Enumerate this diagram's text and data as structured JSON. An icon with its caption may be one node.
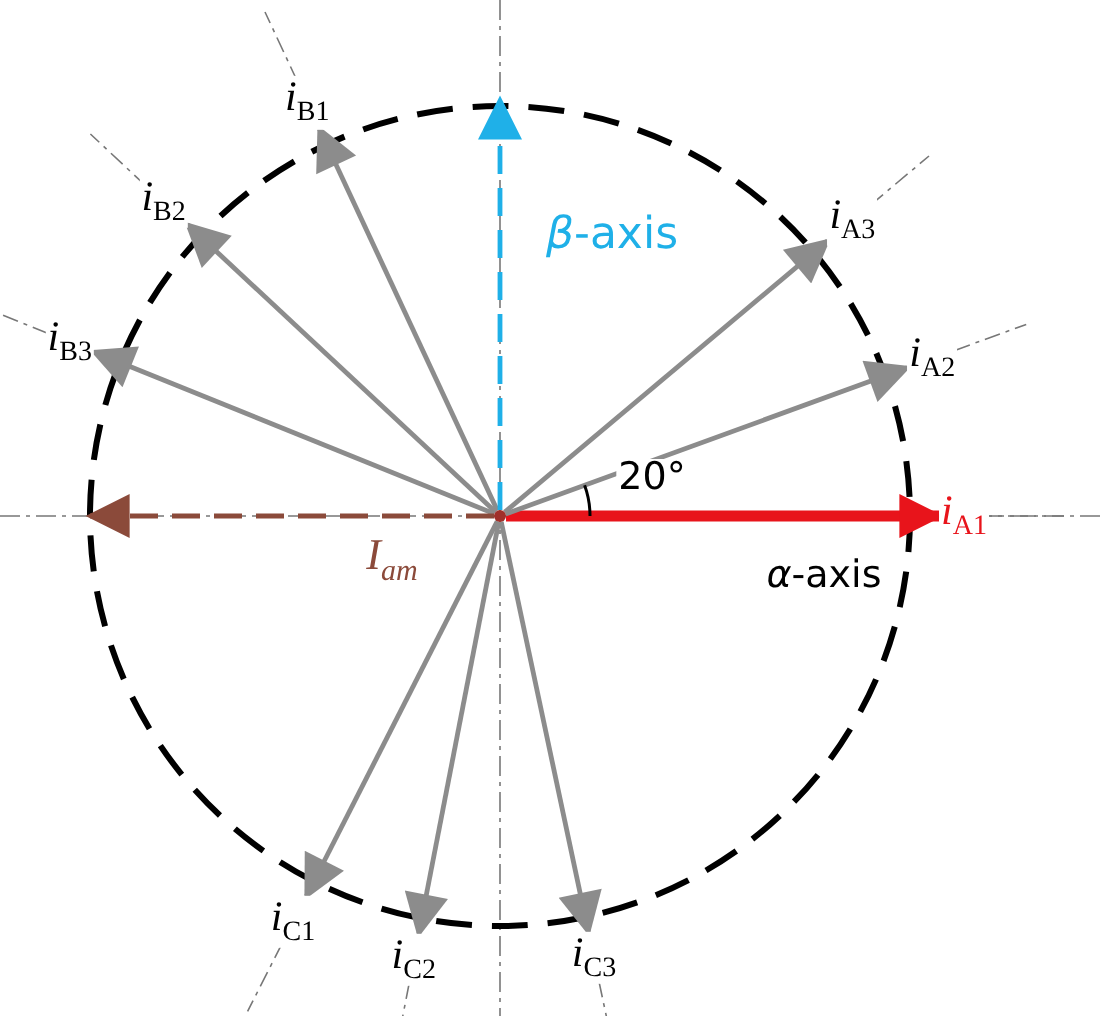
{
  "diagram": {
    "nodes": [
      {
        "text": [],
        "shape": "point"
      },
      {
        "text": [
          "*i*$_{A1}$"
        ]
      },
      {
        "text": [
          "*i*$_{A2}$"
        ]
      },
      {
        "text": [
          "*i*$_{A3}$"
        ]
      },
      {
        "text": [
          "*i*$_{B1}$"
        ]
      },
      {
        "text": [
          "*i*$_{B2}$"
        ]
      },
      {
        "text": [
          "*i*$_{B3}$"
        ]
      },
      {
        "text": [
          "*i*$_{C1}$"
        ]
      },
      {
        "text": [
          "*i*$_{C2}$"
        ]
      },
      {
        "text": [
          "*i*$_{C3}$"
        ]
      }
    ],
    "edges": [
      {
        "from": 0,
        "to": 1,
        "arrow": "to",
        "style": "thick",
        "color": "#e8141b"
      },
      {
        "from": 0,
        "to": 2,
        "arrow": "to"
      },
      {
        "from": 0,
        "to": 3,
        "arrow": "to"
      },
      {
        "from": 0,
        "to": 4,
        "arrow": "to"
      },
      {
        "from": 0,
        "to": 5,
        "arrow": "to"
      },
      {
        "from": 0,
        "to": 6,
        "arrow": "to"
      },
      {
        "from": 0,
        "to": 7,
        "arrow": "to"
      },
      {
        "from": 0,
        "to": 8,
        "arrow": "to"
      },
      {
        "from": 0,
        "to": 9,
        "arrow": "to"
      },
      {
        "from": 0,
        "to": null,
        "arrow": "to",
        "label": "*I*$_{am}$",
        "style": "dashed",
        "color": "#8b4a3a"
      },
      {
        "from": 0,
        "to": null,
        "arrow": "to",
        "label": "*β*-axis",
        "style": "dashed",
        "color": "#1fb0e8"
      }
    ],
    "labels": [
      "*α*-axis",
      "20°"
    ]
  }
}
